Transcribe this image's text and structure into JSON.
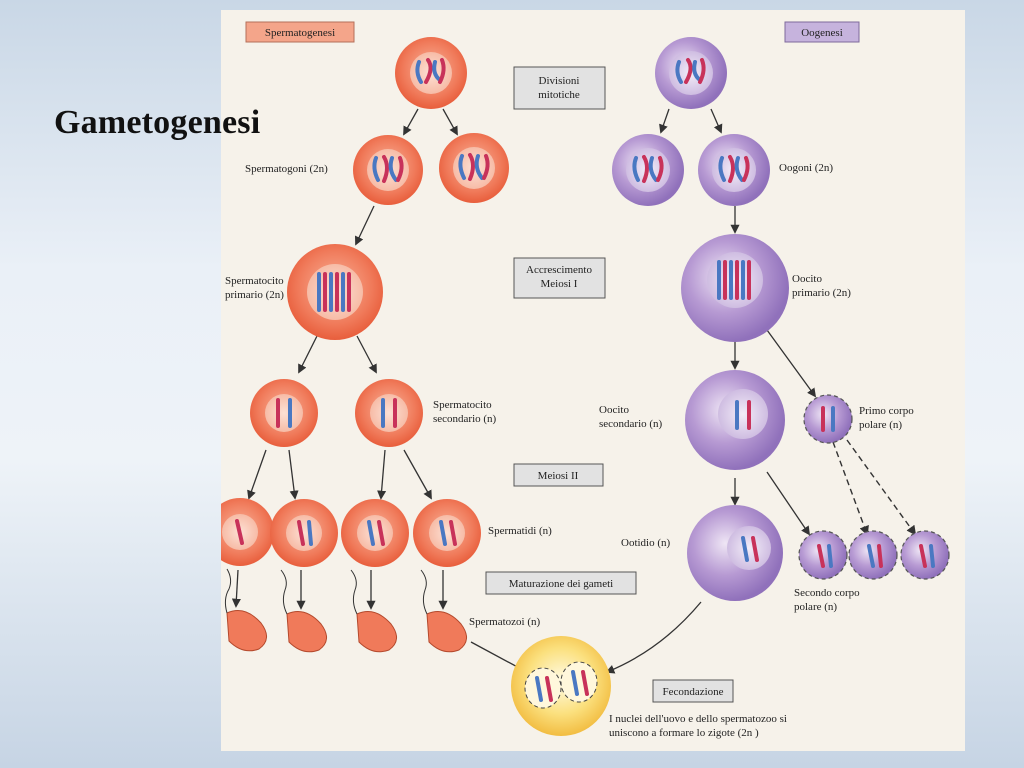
{
  "slide": {
    "title": "Gametogenesi"
  },
  "headers": {
    "left": "Spermatogenesi",
    "right": "Oogenesi"
  },
  "stage_boxes": {
    "divisioni": [
      "Divisioni",
      "mitotiche"
    ],
    "accrescimento": [
      "Accrescimento",
      "Meiosi I"
    ],
    "meiosi2": "Meiosi II",
    "maturazione": "Maturazione dei gameti",
    "fecondazione": "Fecondazione"
  },
  "labels": {
    "spermatogoni": "Spermatogoni (2n)",
    "spermatocito_primario": [
      "Spermatocito",
      "primario (2n)"
    ],
    "spermatocito_secondario": [
      "Spermatocito",
      "secondario (n)"
    ],
    "spermatidi": "Spermatidi (n)",
    "spermatozoi": "Spermatozoi (n)",
    "oogoni": "Oogoni (2n)",
    "oocito_primario": [
      "Oocito",
      "primario (2n)"
    ],
    "oocito_secondario": [
      "Oocito",
      "secondario (n)"
    ],
    "primo_corpo": [
      "Primo corpo",
      "polare (n)"
    ],
    "ootidio": "Ootidio (n)",
    "secondo_corpo": [
      "Secondo corpo",
      "polare (n)"
    ],
    "zigote_caption": [
      "I nuclei dell'uovo e dello spermatozoo si",
      "uniscono a formare lo zigote (2n )"
    ]
  },
  "colors": {
    "sperm_cell": "#f07a5a",
    "egg_cell": "#a889c9",
    "zygote": "#f7d36a",
    "chrom_blue": "#4a78c2",
    "chrom_red": "#c8325a",
    "header_left_bg": "#f4a58a",
    "header_right_bg": "#c6b3dd",
    "box_bg": "#e2e2e2"
  }
}
